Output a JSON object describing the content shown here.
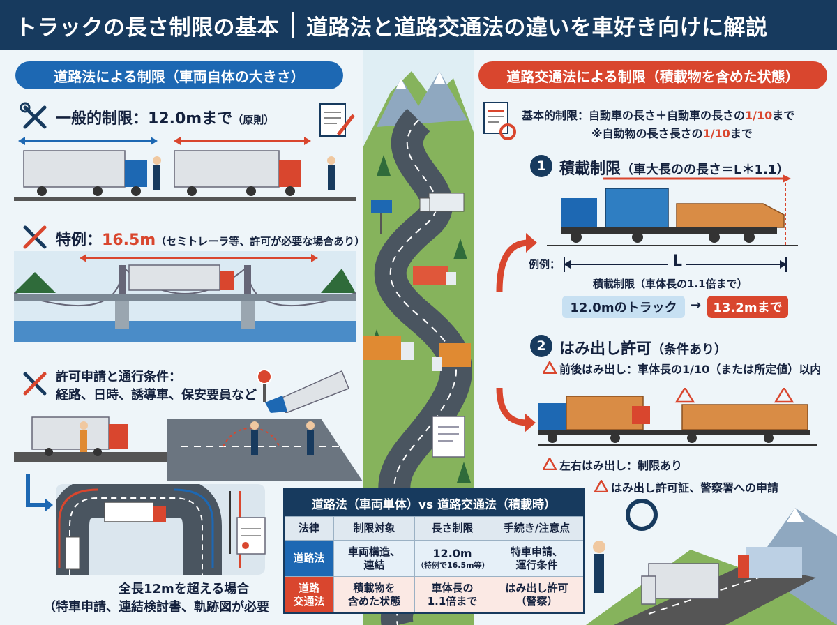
{
  "header": {
    "title_left": "トラックの長さ制限の基本",
    "title_right": "道路法と道路交通法の違いを車好き向けに解説"
  },
  "left": {
    "section_title": "道路法による制限（車両自体の大きさ）",
    "general": {
      "label": "一般的制限：",
      "value": "12.0mまで",
      "note": "（原則）"
    },
    "special": {
      "label": "特例：",
      "value": "16.5m",
      "note": "（セミトレーラ等、許可が必要な場合あり）"
    },
    "permit": {
      "line1": "許可申請と通行条件：",
      "line2": "経路、日時、誘導車、保安要員など"
    },
    "over12": {
      "line1": "全長12mを超える場合",
      "line2": "（特車申請、連結検討書、軌跡図が必要"
    }
  },
  "right": {
    "section_title": "道路交通法による制限（積載物を含めた状態）",
    "basic": {
      "line1_label": "基本的制限：",
      "line1_text": "自動車の長さ＋自動車の長さの",
      "line1_fraction": "1/10",
      "line1_end": "まで",
      "line2_text": "※自動物の長さ長さの",
      "line2_fraction": "1/10",
      "line2_end": "まで"
    },
    "item1": {
      "number": "1",
      "title": "積載制限",
      "subtitle": "（車大長のの長さ＝L＊1.1）",
      "example_label": "例例：",
      "dimension_label": "L",
      "caption": "積載制限（車体長の1.1倍まで）",
      "from_chip": "12.0mのトラック",
      "arrow": "→",
      "to_chip": "13.2mまで"
    },
    "item2": {
      "number": "2",
      "title": "はみ出し許可",
      "subtitle": "（条件あり）",
      "front_rear": "前後はみ出し：車体長の1/10（または所定値）以内",
      "left_right": "左右はみ出し：制限あり",
      "permit": "はみ出し許可証、警察署への申請"
    }
  },
  "table": {
    "title": "道路法（車両単体）vs 道路交通法（積載時）",
    "headers": [
      "法律",
      "制限対象",
      "長さ制限",
      "手続き/注意点"
    ],
    "rows": [
      {
        "law": "道路法",
        "target": "車両構造、\n連結",
        "length": "12.0m",
        "length_note": "（特例で16.5m等）",
        "procedure": "特車申請、\n運行条件"
      },
      {
        "law": "道路\n交通法",
        "target": "積載物を\n含めた状態",
        "length": "車体長の\n1.1倍まで",
        "length_note": "",
        "procedure": "はみ出し許可\n（警察）"
      }
    ]
  },
  "colors": {
    "navy": "#173a5e",
    "blue": "#1d68b3",
    "red": "#d9462e",
    "green": "#7fae57",
    "background": "#e9f2f7"
  }
}
